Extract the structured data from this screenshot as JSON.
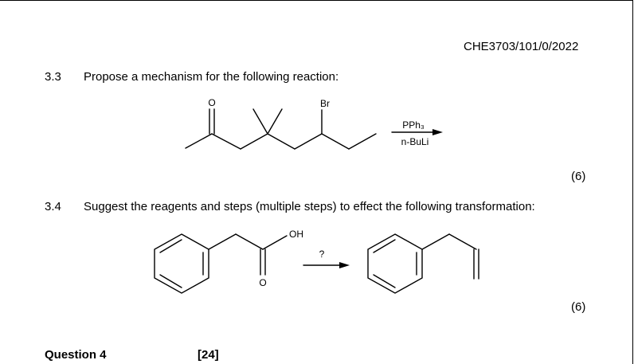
{
  "header": {
    "code": "CHE3703/101/0/2022"
  },
  "q33": {
    "number": "3.3",
    "prompt": "Propose a mechanism for the following reaction:",
    "atoms": {
      "o": "O",
      "br": "Br"
    },
    "reagent_above": "PPh₃",
    "reagent_below": "n-BuLi",
    "marks": "(6)"
  },
  "q34": {
    "number": "3.4",
    "prompt": "Suggest the reagents and steps (multiple steps) to effect the following transformation:",
    "atoms": {
      "oh": "OH",
      "o": "O"
    },
    "arrow_label": "?",
    "marks": "(6)"
  },
  "footer": {
    "question_label": "Question 4",
    "total": "[24]"
  }
}
